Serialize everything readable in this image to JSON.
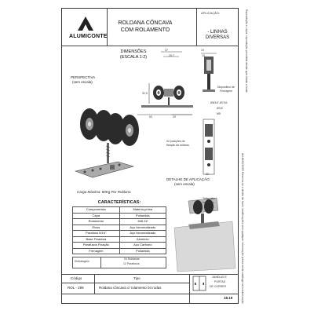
{
  "brand": {
    "name": "ALUMICONTE"
  },
  "title": {
    "line1": "ROLDANA CÔNCAVA",
    "line2": "COM ROLAMENTO"
  },
  "application": {
    "label": "APLICAÇÃO:",
    "value_line1": "- LINHAS",
    "value_line2": "DIVERSAS"
  },
  "dimensions": {
    "title_line1": "DIMENSÕES",
    "title_line2": "(ESCALA 1:2)",
    "dims": [
      "37",
      "25,7",
      "32,5",
      "53",
      "29",
      "19",
      "10",
      "22"
    ]
  },
  "perspective": {
    "label_line1": "PERSPECTIVA",
    "label_line2": "(sem escala)"
  },
  "callouts": {
    "locking_line1": "Dispositivo de",
    "locking_line2": "Frenagem",
    "holes_line1": "02 posições de",
    "holes_line2": "fixação da roldana",
    "diam1": "Ø5/16\"-Ø7/16",
    "diam2": "Ø3,8",
    "thread": "M5"
  },
  "load": {
    "text": "Carga Máxima: 80Kg Por Roldana"
  },
  "detail": {
    "label_line1": "DETALHE DE APLICAÇÃO:",
    "label_line2": "(sem escala)",
    "rail_line1": "Trilho não",
    "rail_line2": "fornecido"
  },
  "specs": {
    "title": "CARACTERÍSTICAS:",
    "header": [
      "Componentes",
      "Matéria-prima"
    ],
    "rows": [
      [
        "Capa",
        "Poliamida"
      ],
      [
        "Rolamento",
        "608 ZZ"
      ],
      [
        "Eixos",
        "Aço bicromatizado"
      ],
      [
        "Parafuso 5/16\"",
        "Aço bicromatizado"
      ],
      [
        "Base Fixadora",
        "Alumínio"
      ],
      [
        "Parafusos Fixação",
        "Aço Carbono"
      ],
      [
        "Frenagem",
        "Poliamida"
      ]
    ]
  },
  "packing": {
    "label": "Embalagem",
    "line1": "04 Roldanas",
    "line2": "12 Parafusos"
  },
  "footer": {
    "code_header": "Código",
    "type_header": "Tipo",
    "code": "ROL - 299",
    "type": "Roldana côncava c/ rolamento 04 rodas",
    "category_line1": "JANELAS E",
    "category_line2": "PORTAS",
    "category_line3": "DE CORRER",
    "page": "18.19"
  },
  "side_notes": {
    "left": "Reprodução e cópia: reprodução permitida desde que citada a fonte",
    "right": "ALUMICONTE Reserva-se o direito de fazer modificações sem qualquer informação prévia neste catálogo sem autorização"
  },
  "colors": {
    "line": "#333333",
    "part": "#444444",
    "logo": "#222222"
  }
}
